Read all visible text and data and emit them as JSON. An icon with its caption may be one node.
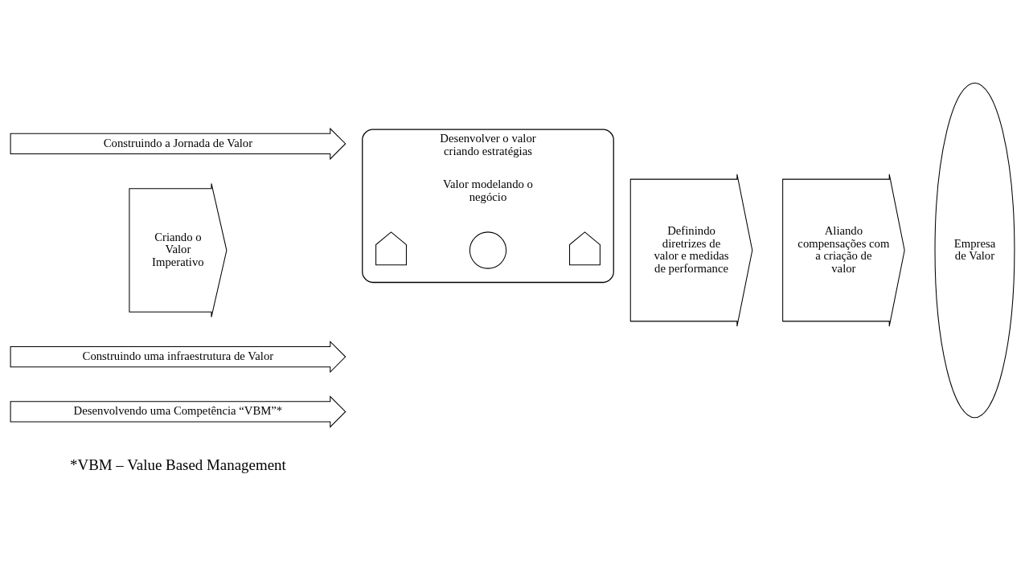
{
  "diagram": {
    "nodes": [
      {
        "text": [
          "Construindo a Jornada de Valor"
        ]
      },
      {
        "text": [
          "Criando o Valor Imperativo"
        ]
      },
      {
        "text": [
          "Desenvolver o valor criando estratégias",
          "Valor modelando o negócio"
        ]
      },
      {
        "text": [],
        "shape": "arrow",
        "in": 2
      },
      {
        "text": [],
        "shape": "circle",
        "in": 2
      },
      {
        "text": [],
        "shape": "arrow",
        "in": 2
      },
      {
        "text": [
          "Definindo diretrizes de valor e medidas de performance"
        ]
      },
      {
        "text": [
          "Aliando compensações com a criação de valor"
        ]
      },
      {
        "text": [
          "Empresa de Valor"
        ]
      },
      {
        "text": [
          "Construindo uma infraestrutura de Valor"
        ]
      },
      {
        "text": [
          "Desenvolvendo uma Competência “VBM”*"
        ]
      }
    ],
    "labels": [
      "*VBM – Value Based Management"
    ]
  }
}
